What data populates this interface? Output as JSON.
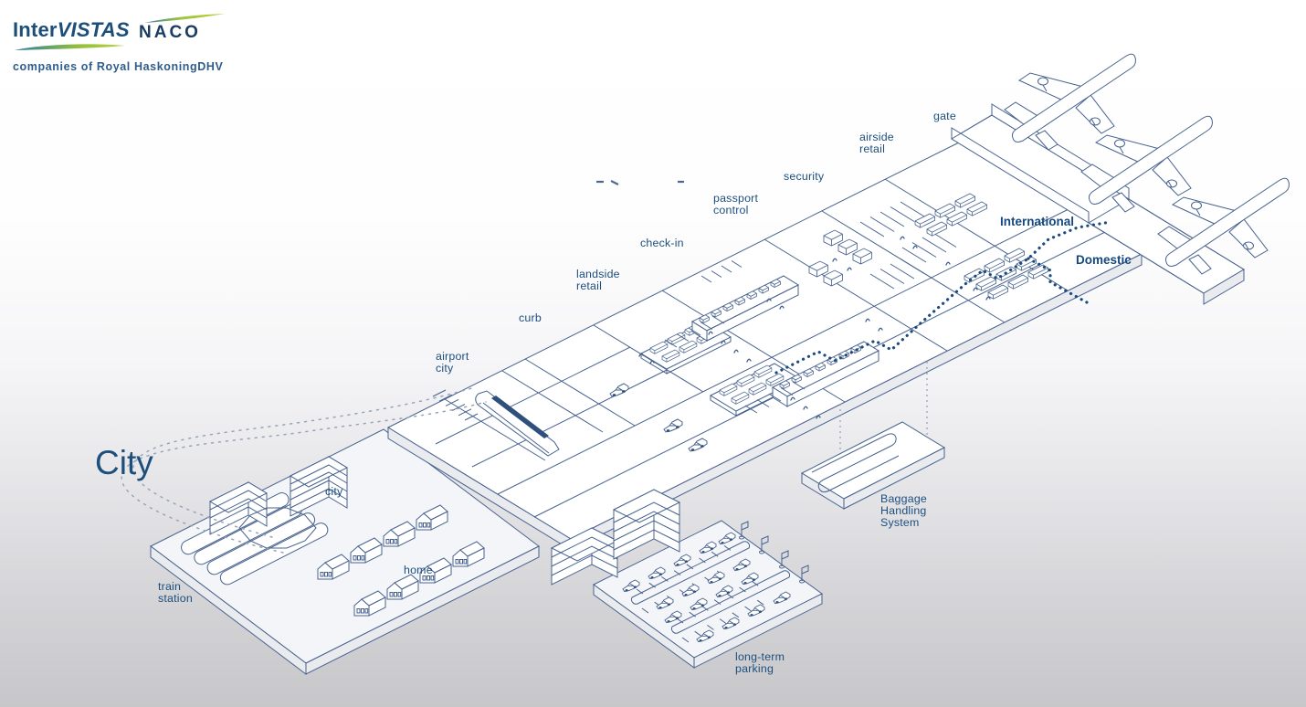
{
  "brand": {
    "intervistas_regular": "Inter",
    "intervistas_italic": "VISTAS",
    "naco": "NACO",
    "tagline": "companies of Royal HaskoningDHV"
  },
  "diagram": {
    "city_title": "City",
    "labels": {
      "gate": "gate",
      "airside_retail": [
        "airside",
        "retail"
      ],
      "security": "security",
      "passport_control": [
        "passport",
        "control"
      ],
      "check_in": "check-in",
      "landside_retail": [
        "landside",
        "retail"
      ],
      "curb": "curb",
      "airport_city": [
        "airport",
        "city"
      ],
      "city": "city",
      "home": "home",
      "train_station": [
        "train",
        "station"
      ],
      "long_term_parking": [
        "long-term",
        "parking"
      ],
      "baggage_handling_system": [
        "Baggage",
        "Handling",
        "System"
      ],
      "international": "International",
      "domestic": "Domestic"
    },
    "colors": {
      "ink": "#47628e",
      "label_text": "#1d4e7e",
      "route_dotted": "#1c4a7e",
      "access_dashed": "#97a5b8",
      "brand_blue": "#1b4e78",
      "brand_navy": "#1a3c63",
      "brand_green": "#b5cf36",
      "brand_teal": "#2b7da1",
      "background_top": "#ffffff",
      "background_bottom": "#c8c8cb"
    },
    "icons": {
      "airplane": "airplane-outline-icon",
      "car": "car-outline-icon",
      "house": "house-outline-icon",
      "train": "train-outline-icon",
      "parking_gate": "parking-gate-icon",
      "conveyor": "baggage-conveyor-icon"
    }
  }
}
